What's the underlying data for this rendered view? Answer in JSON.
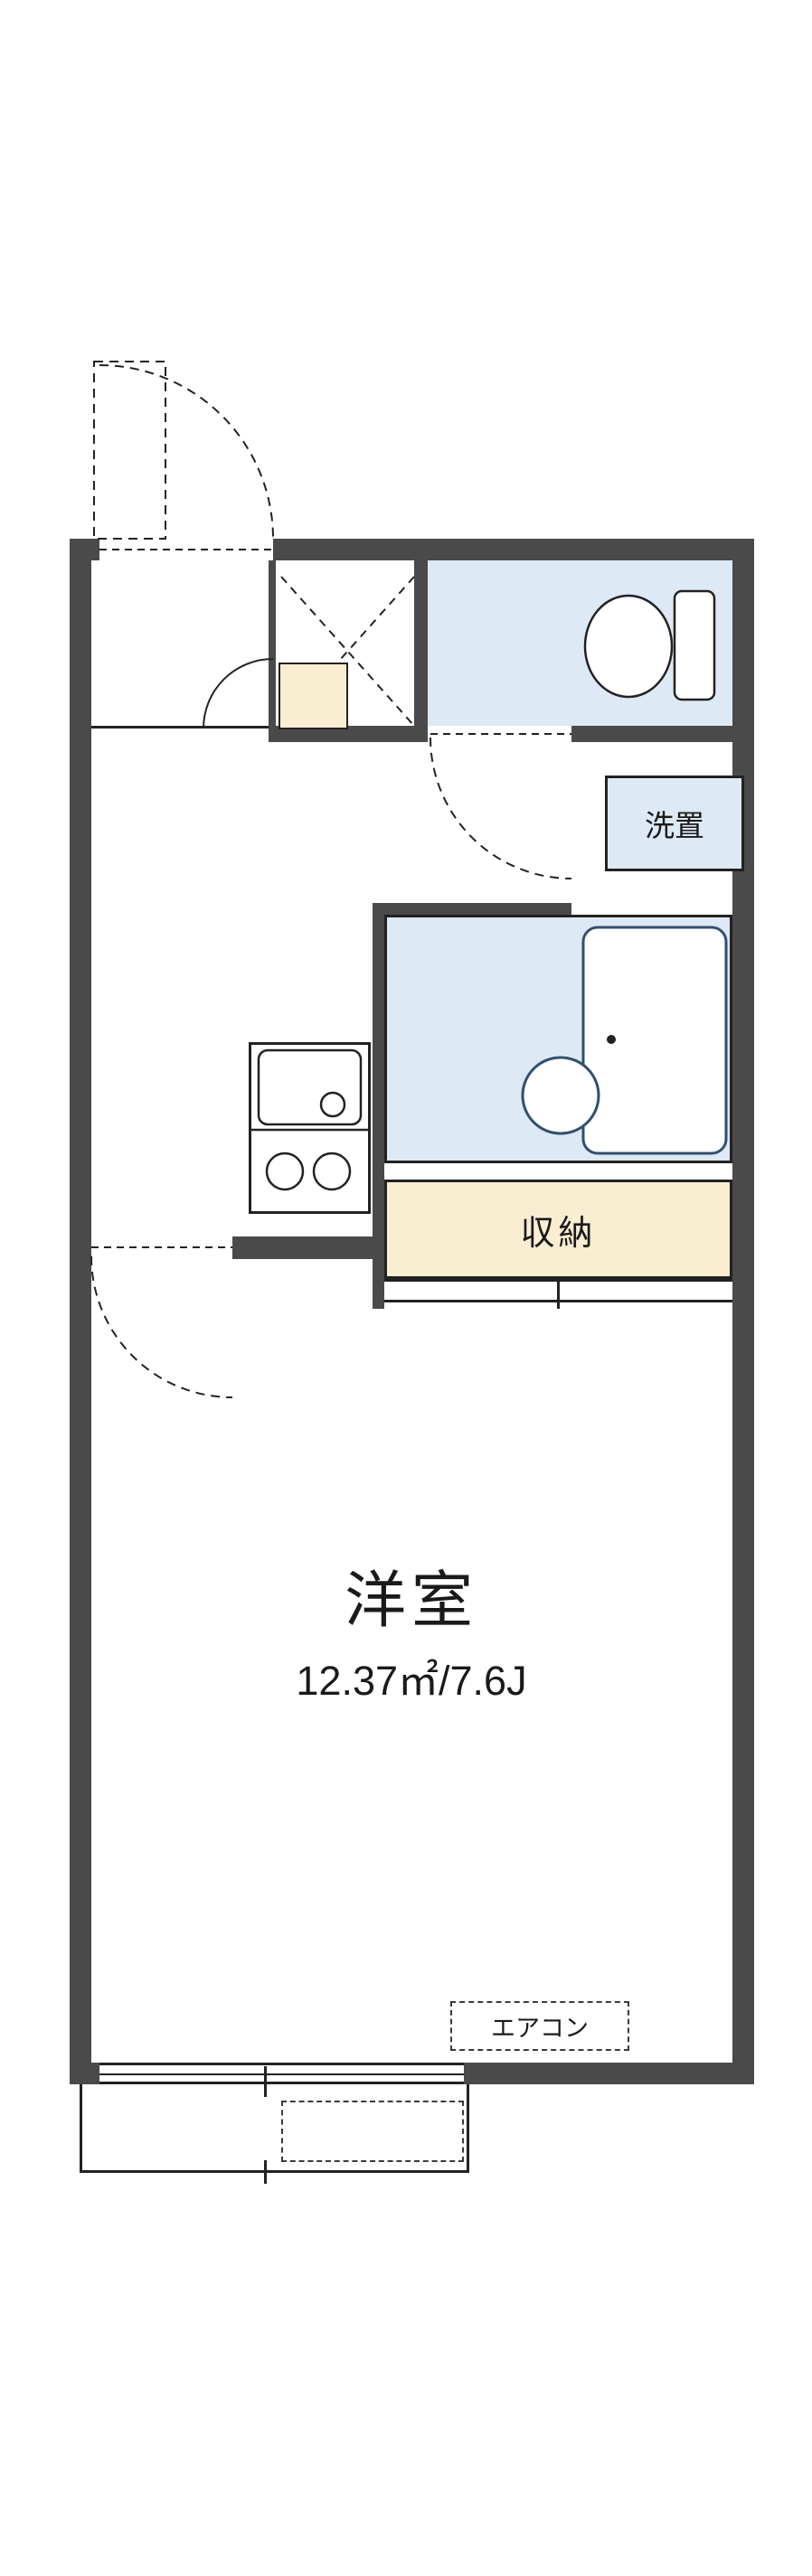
{
  "labels": {
    "main_room_name": "洋室",
    "main_room_size": "12.37㎡/7.6J",
    "storage": "収納",
    "washer": "洗置",
    "aircon": "エアコン"
  },
  "colors": {
    "wall": "#4a4a4a",
    "wet_area": "#dde9f4",
    "storage_fill": "#f9edd2",
    "line": "#222222",
    "fixture_line": "#31506e",
    "background": "#ffffff"
  }
}
